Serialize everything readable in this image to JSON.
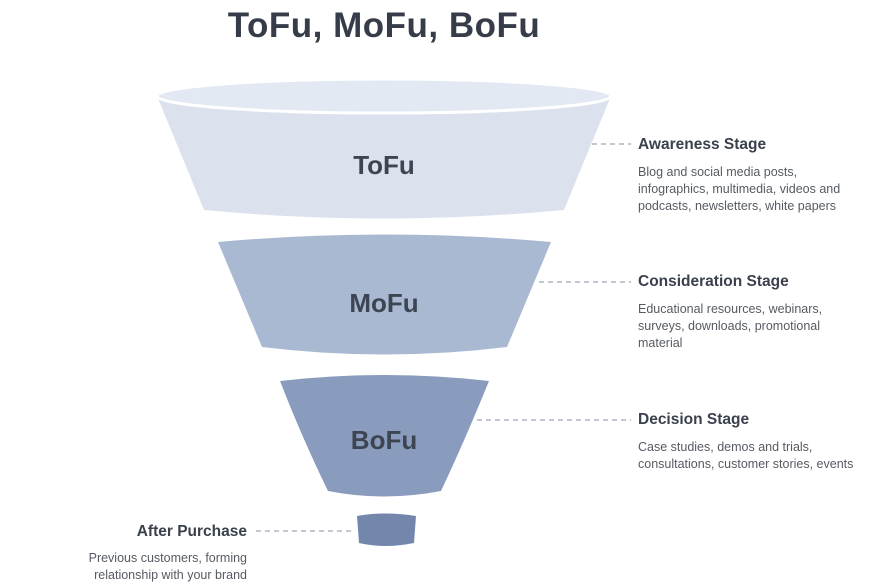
{
  "title": "ToFu, MoFu, BoFu",
  "funnel": {
    "segments": [
      {
        "label": "ToFu",
        "color": "#dbe2ee",
        "rim_color": "#e3e9f3"
      },
      {
        "label": "MoFu",
        "color": "#aab9d2"
      },
      {
        "label": "BoFu",
        "color": "#8a9cbd"
      },
      {
        "label": "",
        "color": "#7387ad"
      }
    ]
  },
  "annotations": [
    {
      "title": "Awareness Stage",
      "description": "Blog and social media posts,\ninfographics, multimedia, videos and\npodcasts, newsletters, white papers"
    },
    {
      "title": "Consideration Stage",
      "description": "Educational resources, webinars,\nsurveys, downloads, promotional\nmaterial"
    },
    {
      "title": "Decision Stage",
      "description": "Case studies, demos and trials,\nconsultations, customer stories, events"
    },
    {
      "title": "After Purchase",
      "description": "Previous customers, forming\nrelationship with your brand"
    }
  ],
  "colors": {
    "heading": "#3a414d",
    "body_text": "#565b63",
    "connector": "#aeb6c2"
  }
}
